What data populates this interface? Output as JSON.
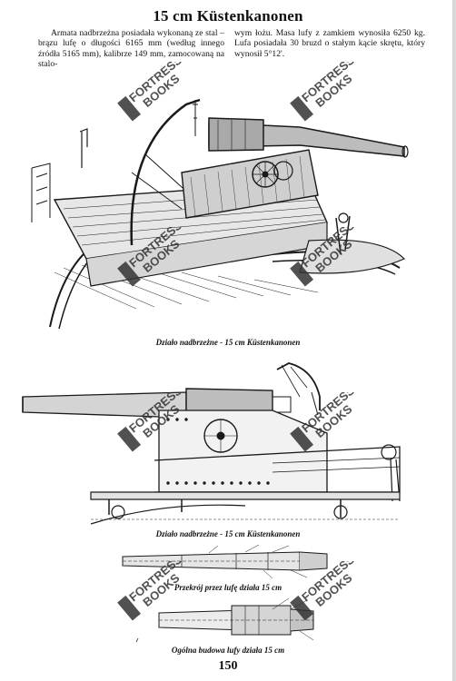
{
  "page": {
    "title": "15 cm Küstenkanonen",
    "page_number": "150"
  },
  "body_text": {
    "left": "Armata nadbrzeżna posiadała wykonaną ze stal – brązu lufę o długości 6165 mm (według innego źródła 5165 mm), kalibrze 149 mm, zamocowaną na stalo-",
    "right": "wym łożu. Masa lufy z zamkiem wynosiła 6250 kg. Lufa posiadała 30 bruzd o stałym kącie skrętu, który wynosił 5°12'."
  },
  "captions": {
    "fig1": "Działo nadbrzeżne - 15 cm Küstenkanonen",
    "fig2": "Działo nadbrzeżne - 15 cm Küstenkanonen",
    "fig3": "Przekrój przez lufę działa 15 cm",
    "fig4": "Ogólna budowa lufy działa 15 cm"
  },
  "watermark": {
    "line1": "FORTRESS",
    "line2": "BOOKS"
  },
  "colors": {
    "ink": "#1a1a1a",
    "paper": "#ffffff",
    "watermark": "#333333"
  }
}
